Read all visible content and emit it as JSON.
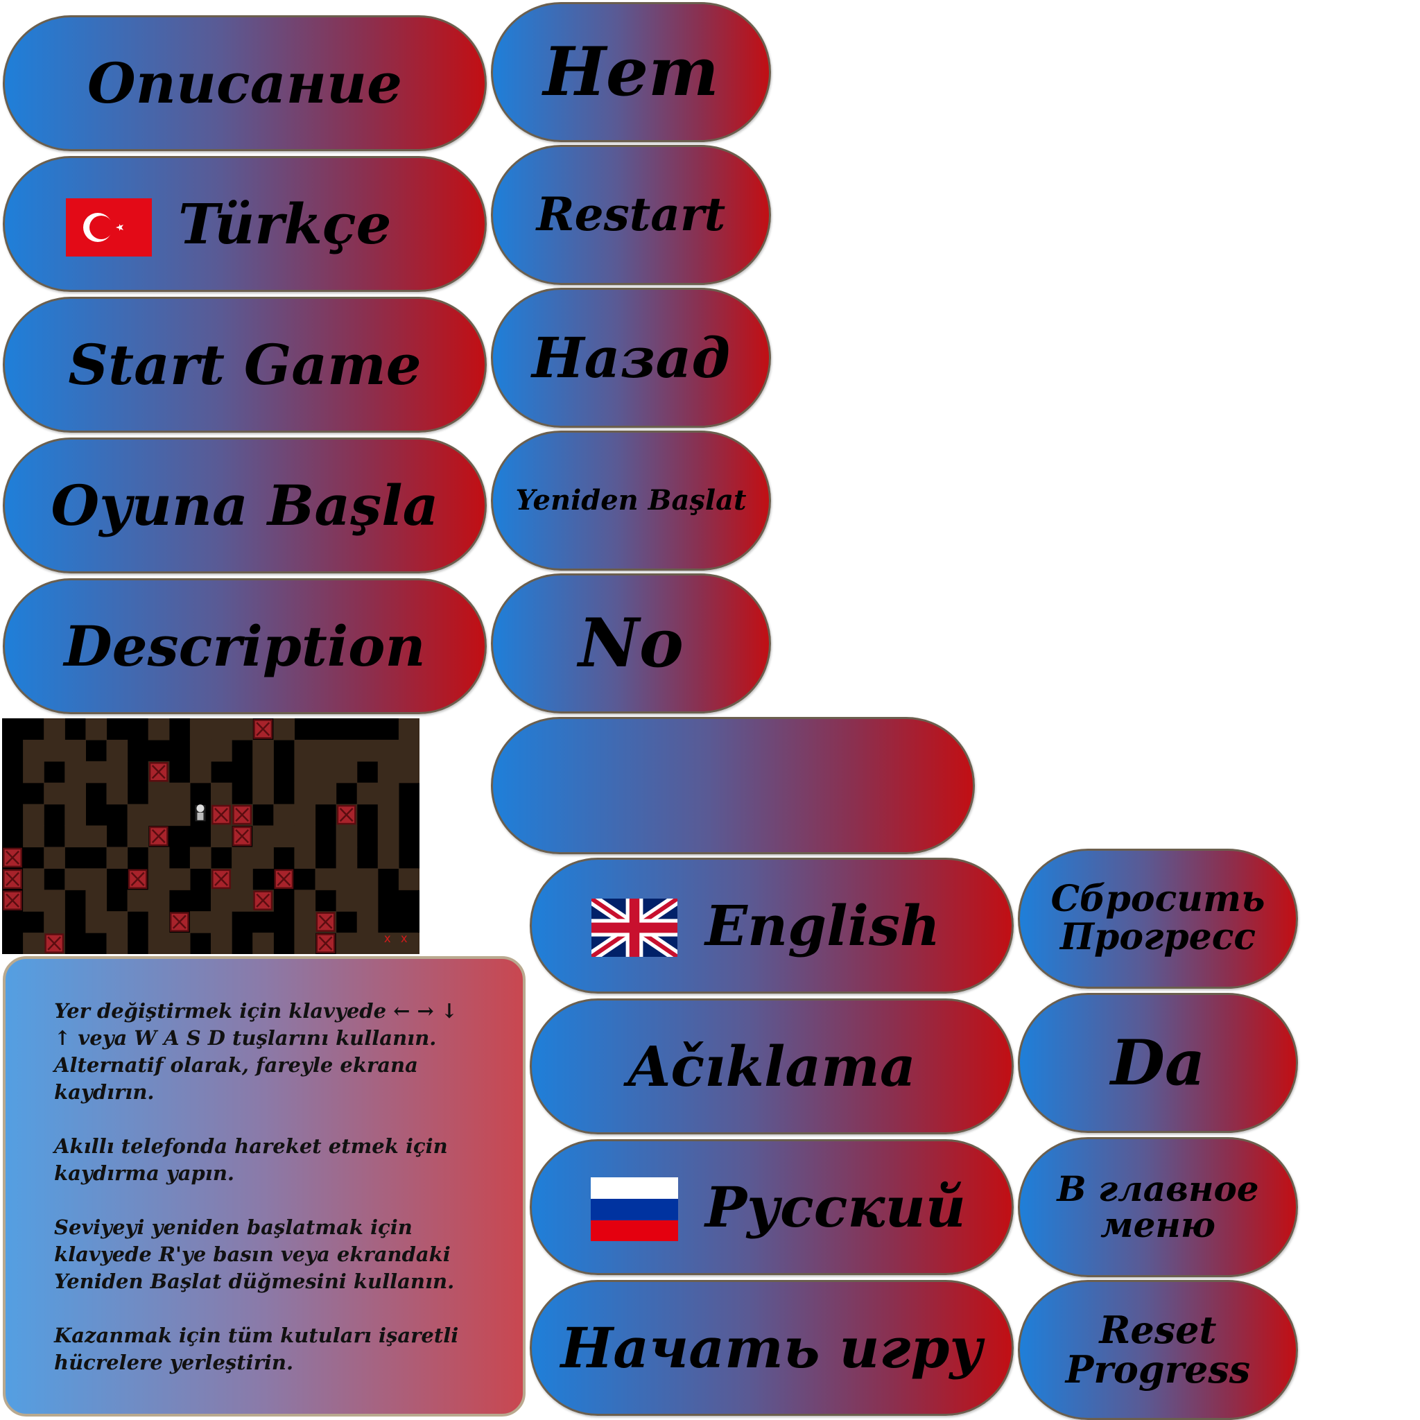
{
  "buttons_wide": [
    {
      "name": "opisanie-button",
      "label": "Описание"
    },
    {
      "name": "turkce-language-button",
      "label": "Türkçe",
      "flag": "turkey-flag"
    },
    {
      "name": "start-game-button",
      "label": "Start Game"
    },
    {
      "name": "oyuna-basla-button",
      "label": "Oyuna Başla"
    },
    {
      "name": "description-button",
      "label": "Description"
    }
  ],
  "buttons_narrow": [
    {
      "name": "net-button",
      "label": "Нет"
    },
    {
      "name": "restart-button",
      "label": "Restart"
    },
    {
      "name": "nazad-button",
      "label": "Назад"
    },
    {
      "name": "yeniden-baslat-button",
      "label": "Yeniden Başlat"
    },
    {
      "name": "no-button",
      "label": "No"
    }
  ],
  "blank_button": {
    "label": ""
  },
  "buttons_lower": [
    {
      "name": "english-language-button",
      "label": "English",
      "flag": "uk-flag"
    },
    {
      "name": "aciklama-button",
      "label": "Ačıklama"
    },
    {
      "name": "russian-language-button",
      "label": "Русский",
      "flag": "russia-flag"
    },
    {
      "name": "nachat-igru-button",
      "label": "Начать игру"
    }
  ],
  "buttons_right": [
    {
      "name": "sbrosit-progress-button",
      "label": "Сбросить Прогресс"
    },
    {
      "name": "da-button",
      "label": "Da"
    },
    {
      "name": "v-glavnoe-menyu-button",
      "label": "В главное меню"
    },
    {
      "name": "reset-progress-button",
      "label": "Reset Progress"
    }
  ],
  "description_panel": {
    "text": "Yer değiştirmek için klavyede ← → ↓\n↑ veya W A S D tuşlarını kullanın.\nAlternatif olarak, fareyle ekrana\nkaydırın.\n\nAkıllı telefonda hareket etmek için\nkaydırma yapın.\n\nSeviyeyi yeniden başlatmak için\nklavyede R'ye basın veya ekrandaki\nYeniden Başlat düğmesini kullanın.\n\nKazanmak için tüm kutuları işaretli\nhücrelere yerleştirin."
  },
  "game_preview": {
    "marker_label": "x",
    "colors": {
      "floor": "#3a2a1c",
      "wall": "#000000",
      "crate": "#a8232b",
      "marker": "#d11a1a"
    }
  }
}
